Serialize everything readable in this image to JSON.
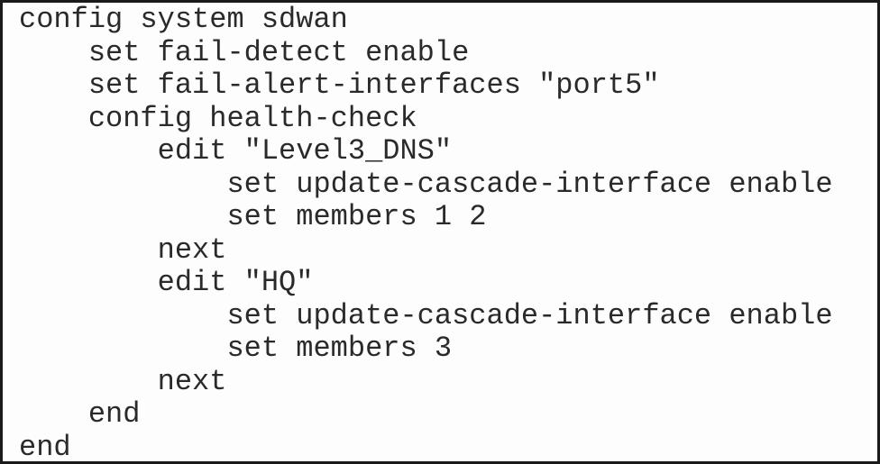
{
  "code": {
    "lines": [
      {
        "indent": 0,
        "text": "config system sdwan"
      },
      {
        "indent": 1,
        "text": "set fail-detect enable"
      },
      {
        "indent": 1,
        "text": "set fail-alert-interfaces \"port5\""
      },
      {
        "indent": 1,
        "text": "config health-check"
      },
      {
        "indent": 2,
        "text": "edit \"Level3_DNS\""
      },
      {
        "indent": 3,
        "text": "set update-cascade-interface enable"
      },
      {
        "indent": 3,
        "text": "set members 1 2"
      },
      {
        "indent": 2,
        "text": "next"
      },
      {
        "indent": 2,
        "text": "edit \"HQ\""
      },
      {
        "indent": 3,
        "text": "set update-cascade-interface enable"
      },
      {
        "indent": 3,
        "text": "set members 3"
      },
      {
        "indent": 2,
        "text": "next"
      },
      {
        "indent": 1,
        "text": "end"
      },
      {
        "indent": 0,
        "text": "end"
      }
    ]
  }
}
